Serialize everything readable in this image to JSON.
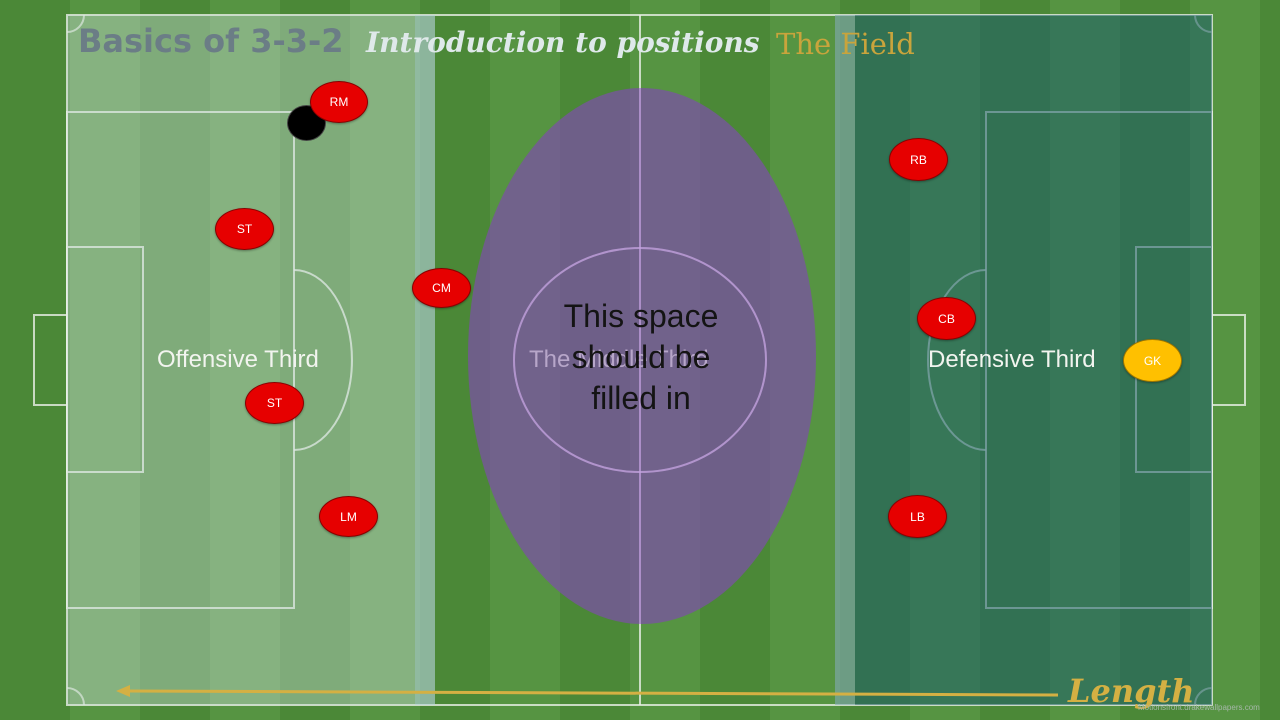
{
  "titles": {
    "basics": "Basics of 3-3-2",
    "intro": "Introduction to positions",
    "field": "The Field"
  },
  "thirds": {
    "offensive": "Offensive Third",
    "middle": "The Middle Third",
    "defensive": "Defensive Third"
  },
  "note": "This space should be filled in",
  "note_lines": [
    "This space",
    "should be",
    "filled in"
  ],
  "players": [
    {
      "id": "RM",
      "label": "RM",
      "role": "field"
    },
    {
      "id": "ST1",
      "label": "ST",
      "role": "field"
    },
    {
      "id": "ST2",
      "label": "ST",
      "role": "field"
    },
    {
      "id": "CM",
      "label": "CM",
      "role": "field"
    },
    {
      "id": "LM",
      "label": "LM",
      "role": "field"
    },
    {
      "id": "RB",
      "label": "RB",
      "role": "field"
    },
    {
      "id": "CB",
      "label": "CB",
      "role": "field"
    },
    {
      "id": "LB",
      "label": "LB",
      "role": "field"
    },
    {
      "id": "GK",
      "label": "GK",
      "role": "goalkeeper"
    }
  ],
  "arrow_label": "Length",
  "watermark": "Motionsfront.drakewallpapers.com",
  "colors": {
    "field_player": "#e60000",
    "goalkeeper": "#ffc000",
    "ellipse": "#7b4fa8",
    "title_accent": "#c9a43c",
    "arrow": "#d4b043"
  }
}
